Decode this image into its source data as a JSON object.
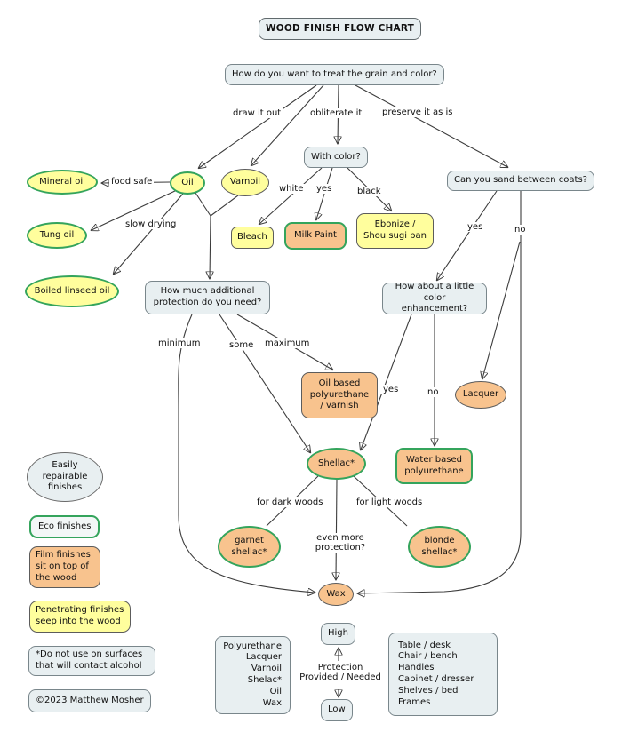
{
  "title": "WOOD FINISH FLOW CHART",
  "nodes": {
    "q_main": "How do you want to treat the grain and color?",
    "with_color": "With color?",
    "sand": "Can you sand between coats?",
    "oil": "Oil",
    "varnoil": "Varnoil",
    "mineral_oil": "Mineral oil",
    "tung_oil": "Tung oil",
    "boiled_linseed": "Boiled linseed oil",
    "bleach": "Bleach",
    "milk_paint": "Milk Paint",
    "ebonize": "Ebonize /\nShou sugi ban",
    "protection": "How much additional\nprotection do you need?",
    "enhance": "How about a little\ncolor enhancement?",
    "oil_poly": "Oil based\npolyurethane\n/ varnish",
    "lacquer": "Lacquer",
    "shellac": "Shellac*",
    "water_poly": "Water based\npolyurethane",
    "garnet": "garnet\nshellac*",
    "blonde": "blonde\nshellac*",
    "wax": "Wax",
    "high": "High",
    "low": "Low"
  },
  "edge_labels": {
    "draw": "draw it out",
    "obliterate": "obliterate it",
    "preserve": "preserve it as is",
    "food_safe": "food safe",
    "slow_drying": "slow drying",
    "white": "white",
    "yes_color": "yes",
    "black": "black",
    "yes_sand": "yes",
    "no_sand": "no",
    "minimum": "minimum",
    "some": "some",
    "maximum": "maximum",
    "yes_enhance": "yes",
    "no_enhance": "no",
    "dark_woods": "for dark woods",
    "light_woods": "for light woods",
    "even_more": "even more\nprotection?",
    "protection_scale": "Protection\nProvided / Needed"
  },
  "legend": {
    "repairable": "Easily\nrepairable\nfinishes",
    "eco": "Eco finishes",
    "film": "Film finishes\nsit on top of\nthe wood",
    "penetrating": "Penetrating finishes\nseep into the wood",
    "alcohol_note": "*Do not use on surfaces\nthat will contact alcohol",
    "copyright": "©2023 Matthew Mosher",
    "finishes_ranked": "Polyurethane\nLacquer\nVarnoil\nShelac*\nOil\nWax",
    "furniture": "Table / desk\nChair / bench\nHandles\nCabinet / dresser\nShelves / bed\nFrames"
  },
  "colors": {
    "yellow": "#FFFE9D",
    "orange": "#F8C38E",
    "green_border": "#34A45C",
    "grey_fill": "#E8EFF1",
    "line": "#3C3C3C"
  }
}
